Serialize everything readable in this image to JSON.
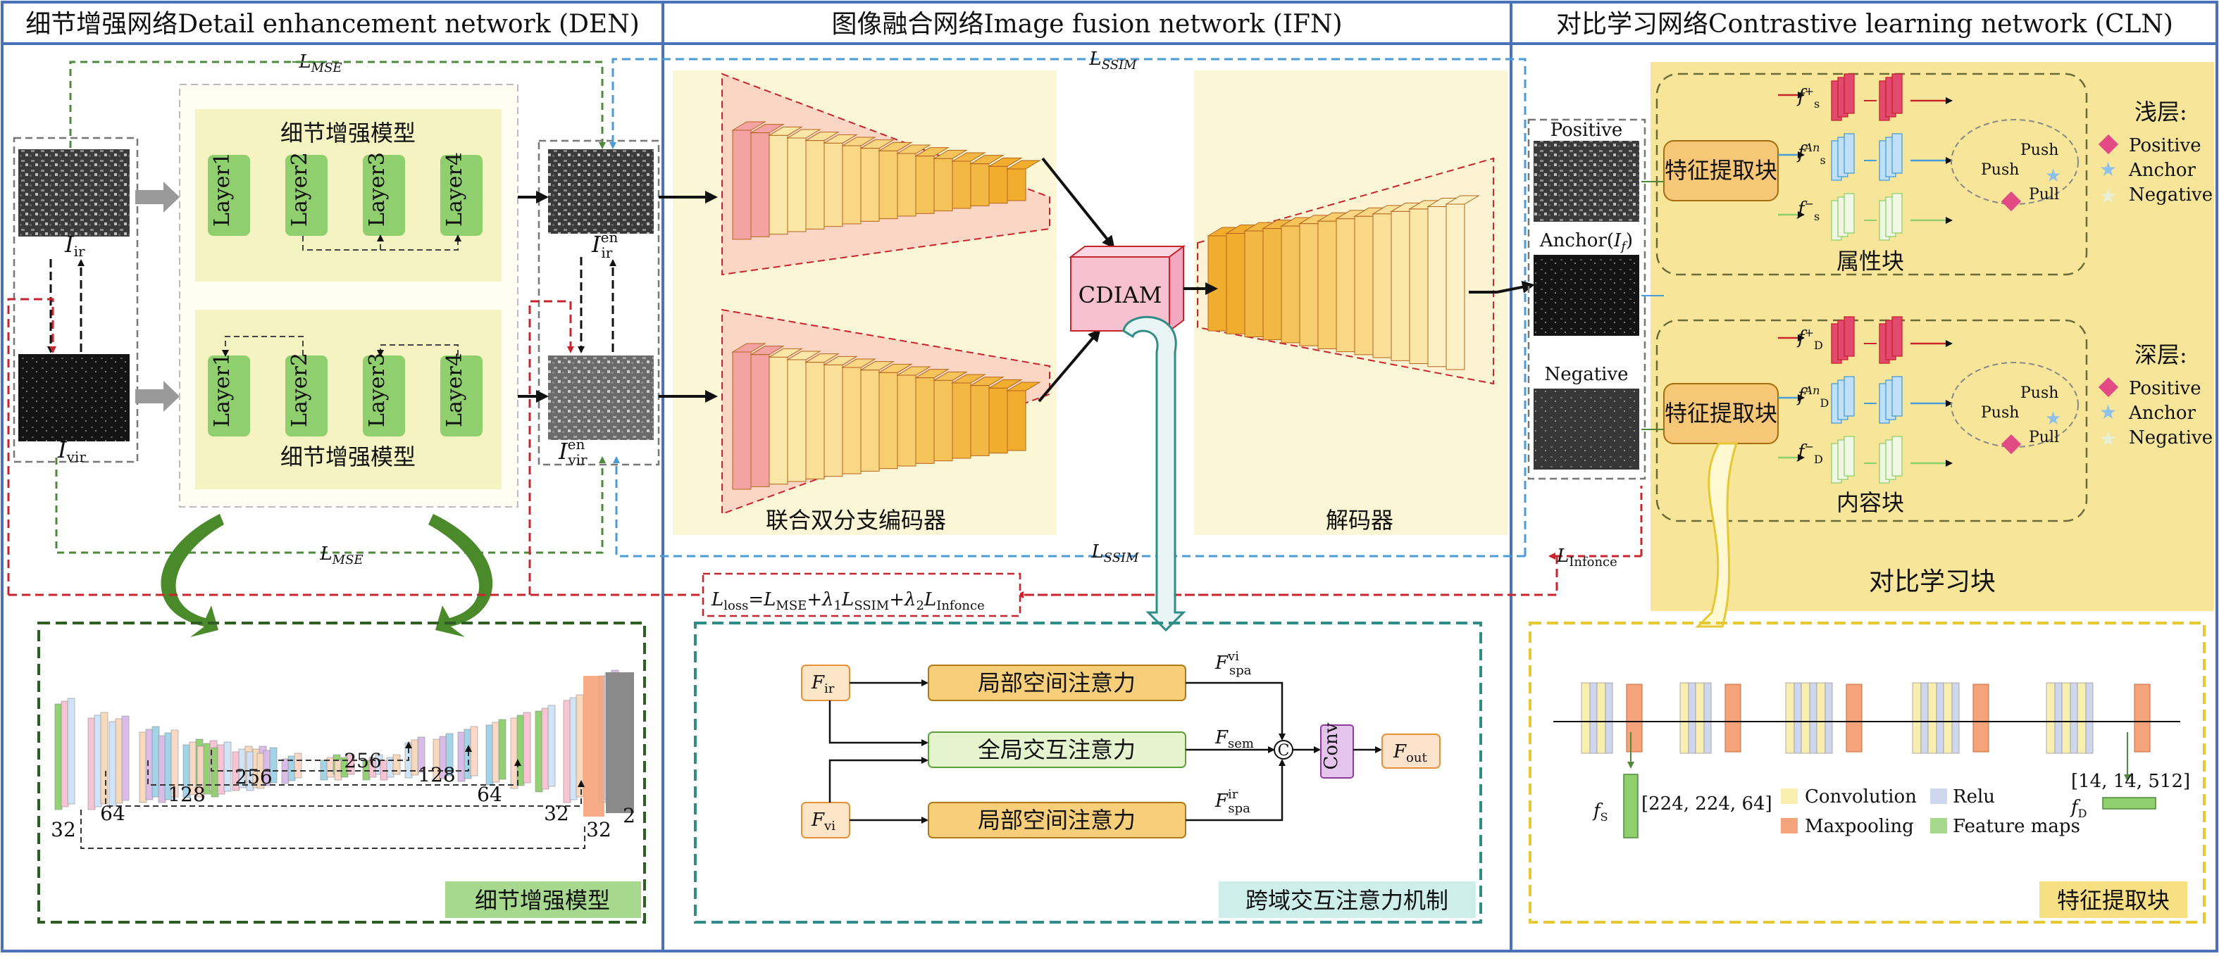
{
  "panels": {
    "den_title": "细节增强网络Detail enhancement network (DEN)",
    "ifn_title": "图像融合网络Image fusion network (IFN)",
    "cln_title": "对比学习网络Contrastive learning network (CLN)"
  },
  "den": {
    "module_title_top": "细节增强模型",
    "module_title_bottom": "细节增强模型",
    "layers": [
      "Layer1",
      "Layer2",
      "Layer3",
      "Layer4"
    ],
    "input_ir": "I",
    "input_ir_sub": "ir",
    "input_vir": "I",
    "input_vir_sub": "vir",
    "out_ir": "I",
    "out_ir_sup": "en",
    "out_ir_sub": "ir",
    "out_vir": "I",
    "out_vir_sup": "en",
    "out_vir_sub": "vir",
    "loss_mse_top": "L",
    "loss_mse_bottom": "L",
    "loss_mse_sub": "MSE",
    "unet_channels": [
      "32",
      "64",
      "128",
      "256",
      "256",
      "128",
      "64",
      "32",
      "32",
      "2"
    ],
    "unet_caption": "细节增强模型"
  },
  "ifn": {
    "encoder_label": "联合双分支编码器",
    "decoder_label": "解码器",
    "cdiam_label": "CDIAM",
    "loss_ssim_top": "L",
    "loss_ssim_top_sub": "SSIM",
    "loss_ssim_bottom": "L",
    "loss_ssim_bottom_sub": "SSIM",
    "loss_formula": {
      "L": "L",
      "loss": "loss",
      "mse": "MSE",
      "lambda1": "λ",
      "ssim": "SSIM",
      "lambda2": "λ",
      "infonce": "Infonce",
      "one": "1",
      "two": "2"
    },
    "attention": {
      "f_ir": "F",
      "f_ir_sub": "ir",
      "f_vi": "F",
      "f_vi_sub": "vi",
      "local1": "局部空间注意力",
      "global": "全局交互注意力",
      "local2": "局部空间注意力",
      "f_spa_vi_sup": "vi",
      "f_spa_sub": "spa",
      "f_sem_sub": "sem",
      "f_spa_ir_sup": "ir",
      "concat": "C",
      "conv": "Conv",
      "f_out": "F",
      "f_out_sub": "out",
      "F": "F",
      "caption": "跨域交互注意力机制"
    }
  },
  "cln": {
    "positive": "Positive",
    "anchor": "Anchor(",
    "anchor_I": "I",
    "anchor_f": "f",
    "anchor_close": ")",
    "negative": "Negative",
    "feature_block": "特征提取块",
    "attr_block": "属性块",
    "content_block": "内容块",
    "shallow": "浅层:",
    "deep": "深层:",
    "legend": [
      "Positive",
      "Anchor",
      "Negative"
    ],
    "push": "Push",
    "pull": "Pull",
    "f": "f",
    "s": "s",
    "D": "D",
    "sup_plus": "+",
    "sup_an": "An",
    "sup_minus": "−",
    "loss_infonce": "L",
    "loss_infonce_sub": "Infonce",
    "contrast_block": "对比学习块",
    "extract": {
      "fs_label": "f",
      "fs_sub": "S",
      "fs_shape": "[224, 224, 64]",
      "fd_label": "f",
      "fd_sub": "D",
      "fd_shape": "[14, 14, 512]",
      "legend": [
        "Convolution",
        "Relu",
        "Maxpooling",
        "Feature maps"
      ],
      "caption": "特征提取块"
    }
  },
  "colors": {
    "blue_border": "#4a72b8",
    "green_dash": "#4f8a3c",
    "red_dash": "#c8242d",
    "sky_dash": "#4b9bd6",
    "teal": "#2f8c86",
    "layer_green": "#8fcf6e",
    "yellow_bg": "#fbf7d6",
    "cln_yellow": "#f7e69a",
    "orange_box": "#f6c776",
    "pink": "#f8c1d2"
  }
}
